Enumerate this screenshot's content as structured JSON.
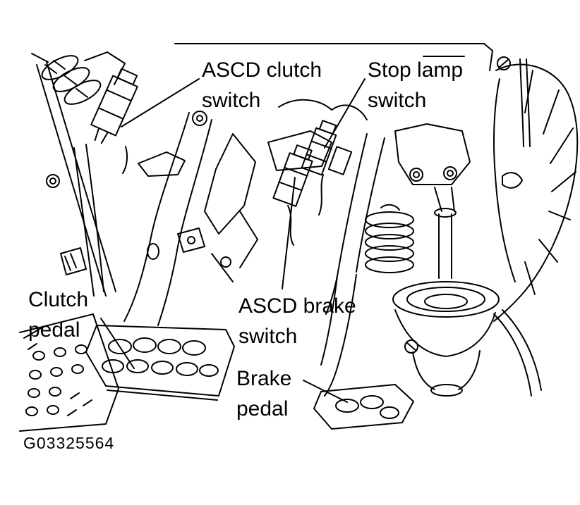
{
  "figure": {
    "id": "G03325564",
    "type": "automotive-service-diagram",
    "subject": "pedal assembly with ASCD and stop lamp switches"
  },
  "labels": {
    "ascd_clutch_switch": {
      "line1": "ASCD clutch",
      "line2": "switch"
    },
    "stop_lamp_switch": {
      "line1": "Stop lamp",
      "line2": "switch"
    },
    "clutch_pedal": {
      "line1": "Clutch",
      "line2": "pedal"
    },
    "ascd_brake_switch": {
      "line1": "ASCD brake",
      "line2": "switch"
    },
    "brake_pedal": {
      "line1": "Brake",
      "line2": "pedal"
    }
  },
  "colors": {
    "line": "#000000",
    "background": "#ffffff"
  }
}
